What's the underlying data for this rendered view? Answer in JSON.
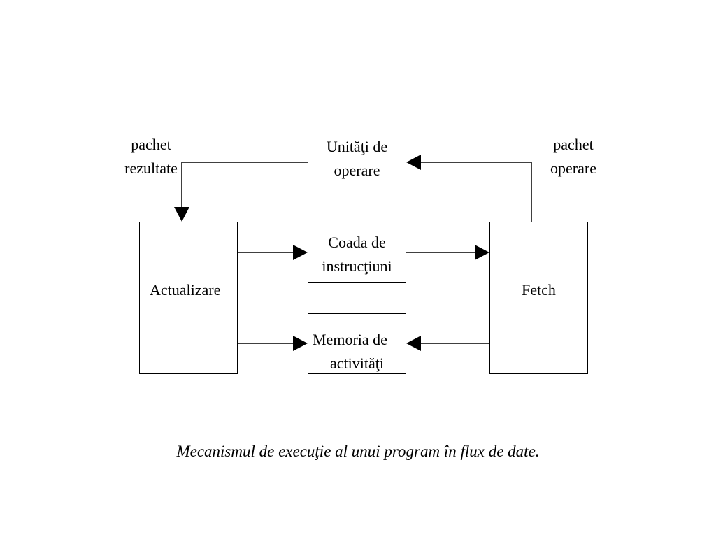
{
  "diagram": {
    "nodes": {
      "unitati": {
        "line1": "Unităţi de",
        "line2": "operare"
      },
      "coada": {
        "line1": "Coada de",
        "line2": "instrucţiuni"
      },
      "memoria": {
        "line1": "Memoria de",
        "line2": "activităţi"
      },
      "actualizare": {
        "label": "Actualizare"
      },
      "fetch": {
        "label": "Fetch"
      }
    },
    "edge_labels": {
      "pachet_rezultate": {
        "line1": "pachet",
        "line2": "rezultate"
      },
      "pachet_operare": {
        "line1": "pachet",
        "line2": "operare"
      }
    },
    "edges": [
      {
        "from": "unitati",
        "to": "actualizare",
        "label": "pachet rezultate"
      },
      {
        "from": "fetch",
        "to": "unitati",
        "label": "pachet operare"
      },
      {
        "from": "actualizare",
        "to": "coada"
      },
      {
        "from": "coada",
        "to": "fetch"
      },
      {
        "from": "actualizare",
        "to": "memoria"
      },
      {
        "from": "fetch",
        "to": "memoria"
      }
    ]
  },
  "caption": "Mecanismul de execuţie al unui program în flux de date."
}
